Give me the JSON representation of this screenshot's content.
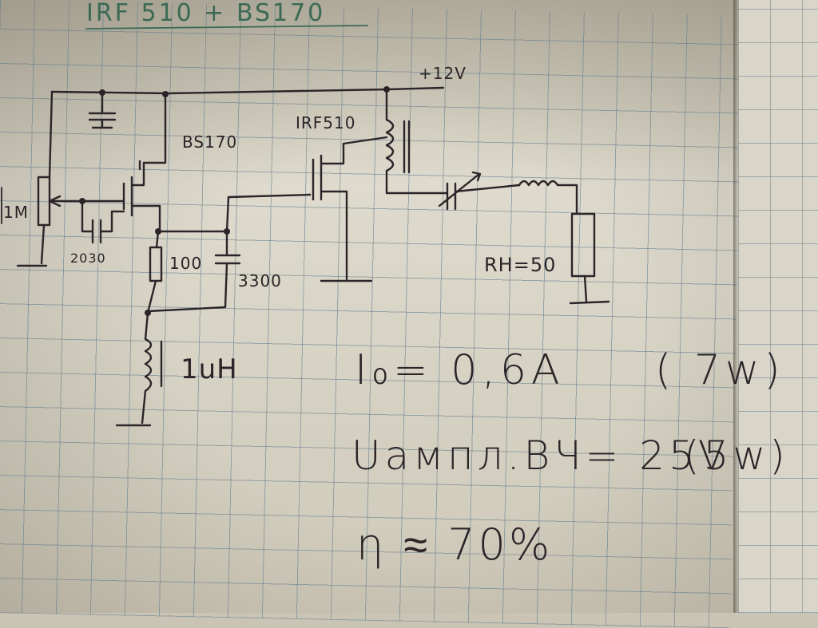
{
  "title": "IRF 510 + BS170",
  "labels": {
    "supply": "+12V",
    "q1": "BS170",
    "q2": "IRF510",
    "input_pot": "1M",
    "trimmer_cap": "2030",
    "resistor_100": "100",
    "cap_3300": "3300",
    "choke": "1uH",
    "load": "RH=50"
  },
  "notes": {
    "current": "I₀= 0,6A",
    "current_power": "( 7w)",
    "voltage": "Uампл.ВЧ= 25V",
    "voltage_power": "(5w)",
    "efficiency": "η ≈ 70%"
  }
}
